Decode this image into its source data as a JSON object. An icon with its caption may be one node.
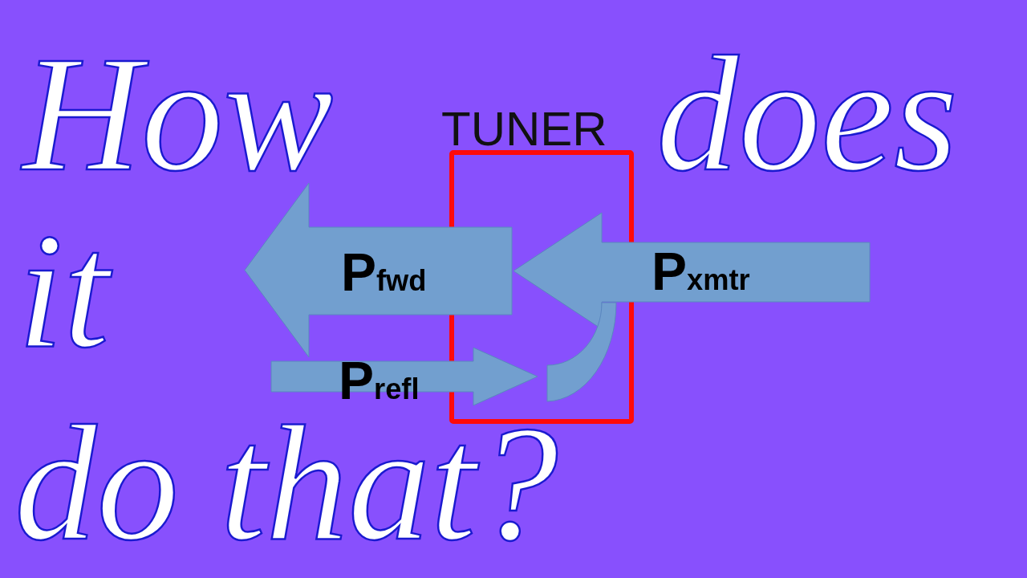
{
  "diagram": {
    "nodes": [
      {
        "text": [
          "TUNER"
        ]
      },
      {
        "text": [
          "P$_{fwd}$"
        ]
      },
      {
        "text": [
          "P$_{xmtr}$"
        ]
      },
      {
        "text": [
          "P$_{refl}$"
        ]
      }
    ],
    "edges": [],
    "labels": [
      "How",
      "does",
      "it",
      "do that?"
    ]
  }
}
